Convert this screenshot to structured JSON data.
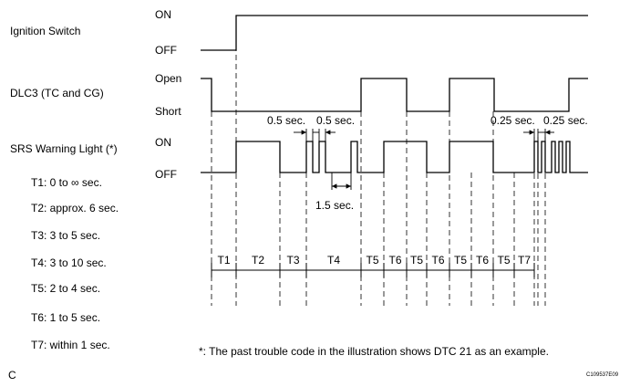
{
  "signals": {
    "ignition": {
      "label": "Ignition Switch",
      "on": "ON",
      "off": "OFF"
    },
    "dlc3": {
      "label": "DLC3 (TC and CG)",
      "open": "Open",
      "short": "Short"
    },
    "srs": {
      "label": "SRS Warning Light (*)",
      "on": "ON",
      "off": "OFF"
    }
  },
  "timing": [
    {
      "name": "T1",
      "desc": "T1: 0 to ∞ sec."
    },
    {
      "name": "T2",
      "desc": "T2: approx. 6 sec."
    },
    {
      "name": "T3",
      "desc": "T3: 3 to 5 sec."
    },
    {
      "name": "T4",
      "desc": "T4: 3 to 10 sec."
    },
    {
      "name": "T5",
      "desc": "T5: 2 to 4 sec."
    },
    {
      "name": "T6",
      "desc": "T6: 1 to 5 sec."
    },
    {
      "name": "T7",
      "desc": "T7: within 1 sec."
    }
  ],
  "segments": [
    "T1",
    "T2",
    "T3",
    "T4",
    "T5",
    "T6",
    "T5",
    "T6",
    "T5",
    "T6",
    "T5",
    "T7"
  ],
  "annotations": {
    "half_sec_a": "0.5 sec.",
    "half_sec_b": "0.5 sec.",
    "one_five_sec": "1.5 sec.",
    "quarter_sec_a": "0.25 sec.",
    "quarter_sec_b": "0.25 sec."
  },
  "footnote": "*: The past trouble code in the illustration shows DTC 21 as an example.",
  "corner_letter": "C",
  "figure_code": "C109537E09"
}
